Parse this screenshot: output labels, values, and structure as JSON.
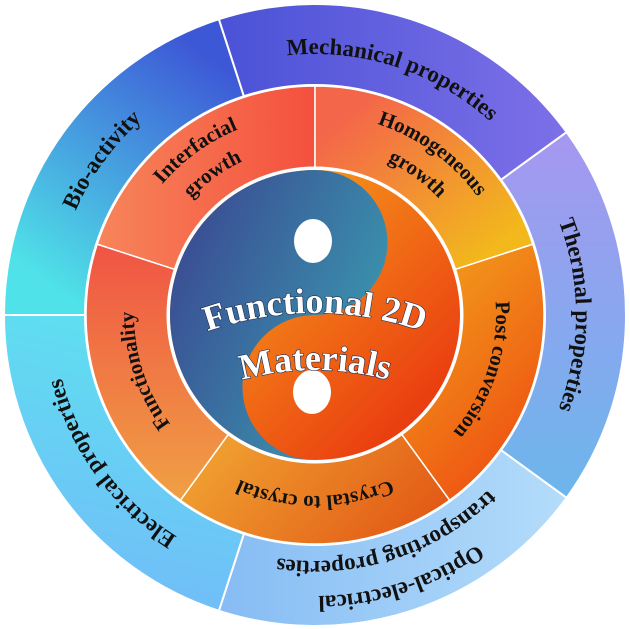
{
  "center": {
    "line1": "Functional 2D",
    "line2": "Materials"
  },
  "inner_ring": [
    {
      "lines": [
        "Interfacial",
        "growth"
      ]
    },
    {
      "lines": [
        "Homogeneous",
        "growth"
      ]
    },
    {
      "lines": [
        "Post conversion"
      ]
    },
    {
      "lines": [
        "Crystal to crystal"
      ]
    },
    {
      "lines": [
        "Functionality"
      ]
    }
  ],
  "outer_ring": [
    {
      "lines": [
        "Bio-activity"
      ]
    },
    {
      "lines": [
        "Mechanical properties"
      ]
    },
    {
      "lines": [
        "Thermal properties"
      ]
    },
    {
      "lines": [
        "Optical-electrical",
        "transporting properties"
      ]
    },
    {
      "lines": [
        "Electrical properties"
      ]
    }
  ],
  "colors": {
    "outer": [
      [
        "#4fe2e8",
        "#3d58d6"
      ],
      [
        "#4a52d6",
        "#7d70e8"
      ],
      [
        "#a697f0",
        "#6cb6ec"
      ],
      [
        "#b4dcfa",
        "#86bcf4"
      ],
      [
        "#5ee0f0",
        "#72bcf8"
      ]
    ],
    "inner": [
      [
        "#f7855a",
        "#f4503e"
      ],
      [
        "#f3664a",
        "#f2b81c"
      ],
      [
        "#f29a1a",
        "#ee5012"
      ],
      [
        "#f0a030",
        "#e25a16"
      ],
      [
        "#f05444",
        "#f0a044"
      ]
    ],
    "yin": [
      "#3a4f94",
      "#3a9ab0"
    ],
    "yang": [
      "#f7a21c",
      "#ea3c10"
    ]
  }
}
